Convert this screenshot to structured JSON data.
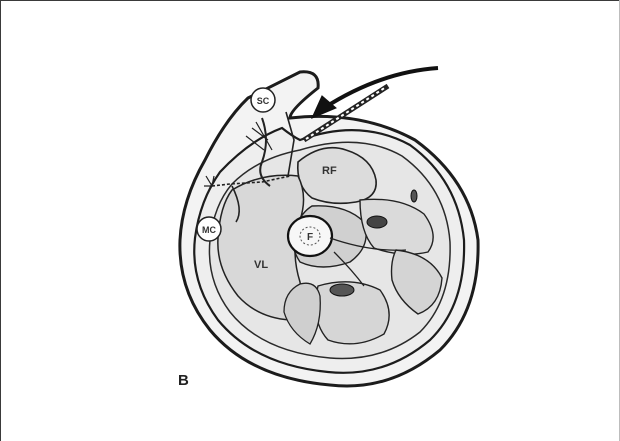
{
  "figure": {
    "panel_label": "B",
    "labels": {
      "top_circle": "SC",
      "lower_circle": "MC",
      "rf": "RF",
      "vl": "VL",
      "f": "F"
    }
  }
}
